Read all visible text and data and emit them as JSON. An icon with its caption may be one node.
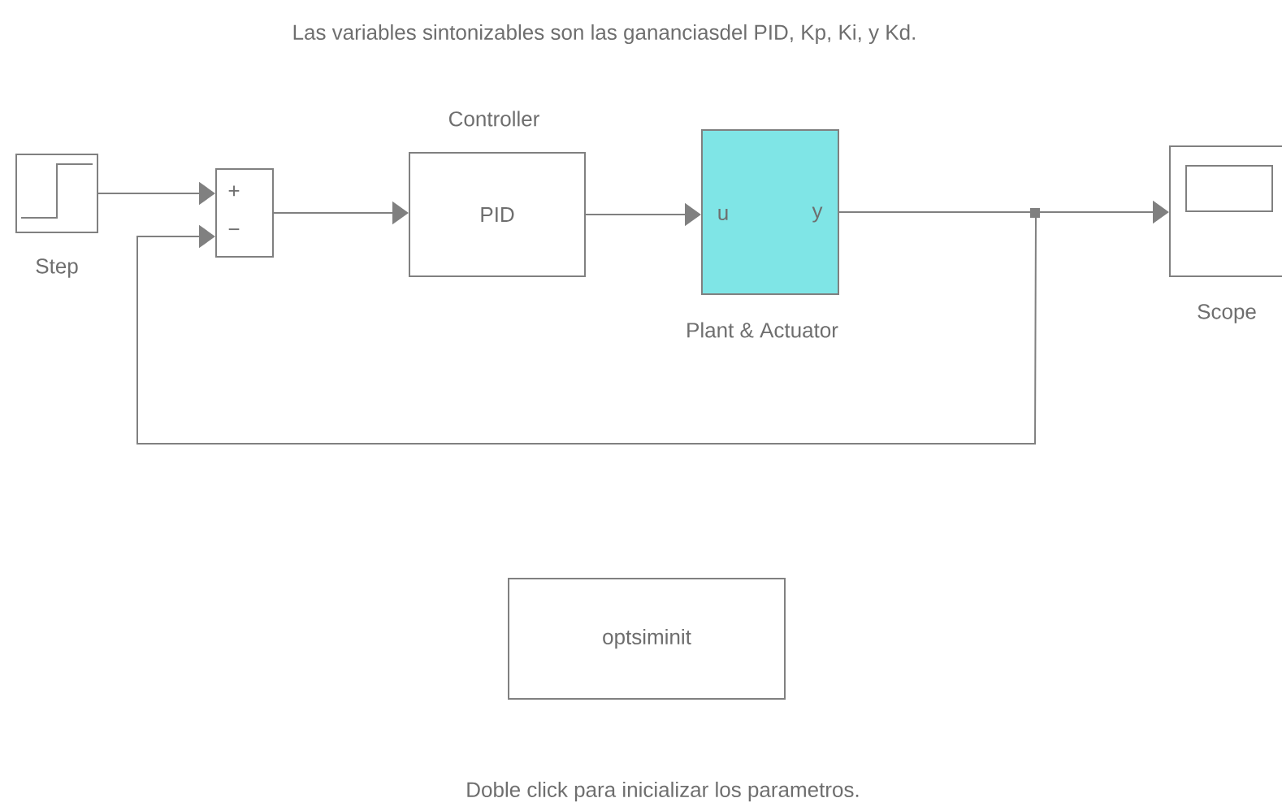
{
  "diagram": {
    "title": "Las variables sintonizables son las gananciasdel  PID, Kp, Ki, y Kd.",
    "caption": "Doble click para inicializar los parametros.",
    "nodes": [
      {
        "text": [
          "Step"
        ]
      },
      {
        "text": [
          "+",
          "−"
        ]
      },
      {
        "text": [
          "Controller",
          "PID"
        ]
      },
      {
        "text": [
          "u",
          "y",
          "Plant & Actuator"
        ]
      },
      {
        "text": [
          "Scope"
        ]
      },
      {
        "text": [
          "optsiminit"
        ]
      }
    ],
    "edges": [
      {
        "from": 0,
        "to": 1,
        "arrow": "to"
      },
      {
        "from": 1,
        "to": 2,
        "arrow": "to"
      },
      {
        "from": 2,
        "to": 3,
        "arrow": "to"
      },
      {
        "from": 3,
        "to": 4,
        "arrow": "to"
      },
      {
        "from": 3,
        "to": 1,
        "arrow": "to"
      }
    ]
  }
}
